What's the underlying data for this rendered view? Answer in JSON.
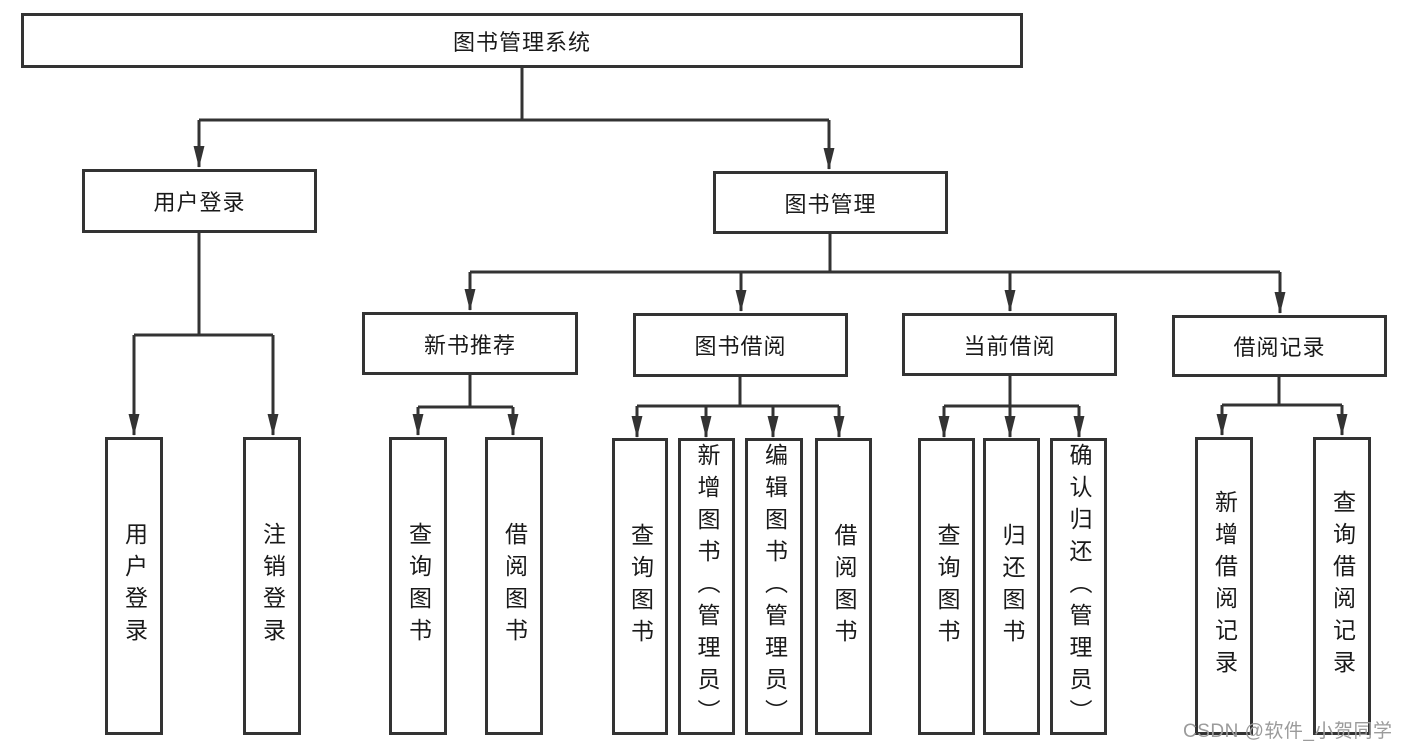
{
  "tree": {
    "label": "图书管理系统",
    "children": [
      {
        "label": "用户登录",
        "children": [
          {
            "label": "用户登录"
          },
          {
            "label": "注销登录"
          }
        ]
      },
      {
        "label": "图书管理",
        "children": [
          {
            "label": "新书推荐",
            "children": [
              {
                "label": "查询图书"
              },
              {
                "label": "借阅图书"
              }
            ]
          },
          {
            "label": "图书借阅",
            "children": [
              {
                "label": "查询图书"
              },
              {
                "label": "新增图书（管理员）"
              },
              {
                "label": "编辑图书（管理员）"
              },
              {
                "label": "借阅图书"
              }
            ]
          },
          {
            "label": "当前借阅",
            "children": [
              {
                "label": "查询图书"
              },
              {
                "label": "归还图书"
              },
              {
                "label": "确认归还（管理员）"
              }
            ]
          },
          {
            "label": "借阅记录",
            "children": [
              {
                "label": "新增借阅记录"
              },
              {
                "label": "查询借阅记录"
              }
            ]
          }
        ]
      }
    ]
  },
  "watermark": {
    "text": "CSDN @软件_小贺同学"
  },
  "colors": {
    "line": "#333333",
    "text": "#1a1a1a",
    "watermark": "#9b9b9b",
    "bg": "#ffffff"
  }
}
